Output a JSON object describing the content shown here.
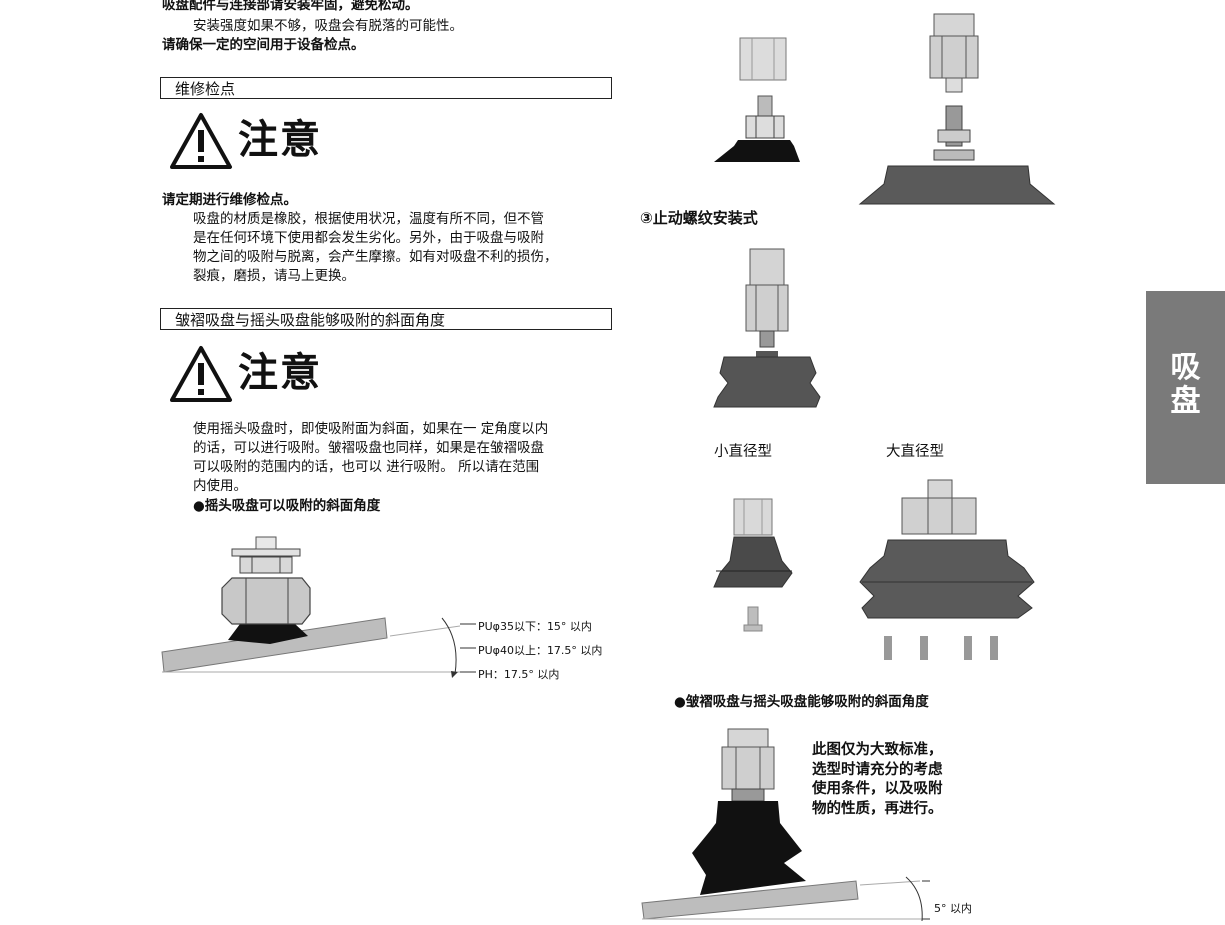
{
  "left_col": {
    "line1": "吸盘配件与连接部请安装牢固，避免松动。",
    "line2": "安装强度如果不够，吸盘会有脱落的可能性。",
    "line3": "请确保一定的空间用于设备检点。",
    "section1": {
      "heading": "维修检点",
      "caution": "注意",
      "bold_intro": "请定期进行维修检点。",
      "body": [
        "吸盘的材质是橡胶，根据使用状况，温度有所不同，但不管",
        "是在任何环境下使用都会发生劣化。另外，由于吸盘与吸附",
        "物之间的吸附与脱离，会产生摩擦。如有对吸盘不利的损伤，",
        "裂痕，磨损，请马上更换。"
      ]
    },
    "section2": {
      "heading": "皱褶吸盘与摇头吸盘能够吸附的斜面角度",
      "caution": "注意",
      "body": [
        "使用摇头吸盘时，即使吸附面为斜面，如果在一 定角度以内",
        "的话，可以进行吸附。皱褶吸盘也同样，如果是在皱褶吸盘",
        "可以吸附的范围内的话，也可以 进行吸附。 所以请在范围",
        "内使用。"
      ],
      "bullet": "●摇头吸盘可以吸附的斜面角度",
      "angles": [
        "PUφ35以下：15°  以内",
        "PUφ40以上：17.5°  以内",
        "PH：17.5°  以内"
      ]
    }
  },
  "right_col": {
    "item3_title": "③止动螺纹安装式",
    "small_label": "小直径型",
    "large_label": "大直径型",
    "bullet": "●皱褶吸盘与摇头吸盘能够吸附的斜面角度",
    "note": [
      "此图仅为大致标准，",
      "选型时请充分的考虑",
      "使用条件，以及吸附",
      "物的性质，再进行。"
    ],
    "angle": "5°  以内"
  },
  "side_tab": {
    "chars": [
      "吸",
      "盘"
    ],
    "color": "#7a7a7a"
  }
}
